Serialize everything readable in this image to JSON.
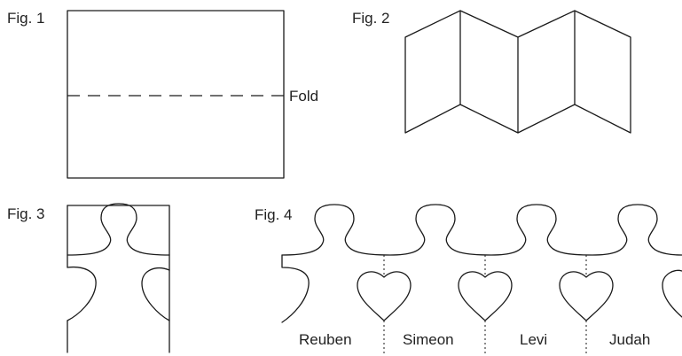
{
  "figures": {
    "fig1": {
      "label": "Fig. 1",
      "fold_label": "Fold"
    },
    "fig2": {
      "label": "Fig. 2"
    },
    "fig3": {
      "label": "Fig. 3"
    },
    "fig4": {
      "label": "Fig. 4",
      "names": [
        "Reuben",
        "Simeon",
        "Levi",
        "Judah"
      ]
    }
  }
}
